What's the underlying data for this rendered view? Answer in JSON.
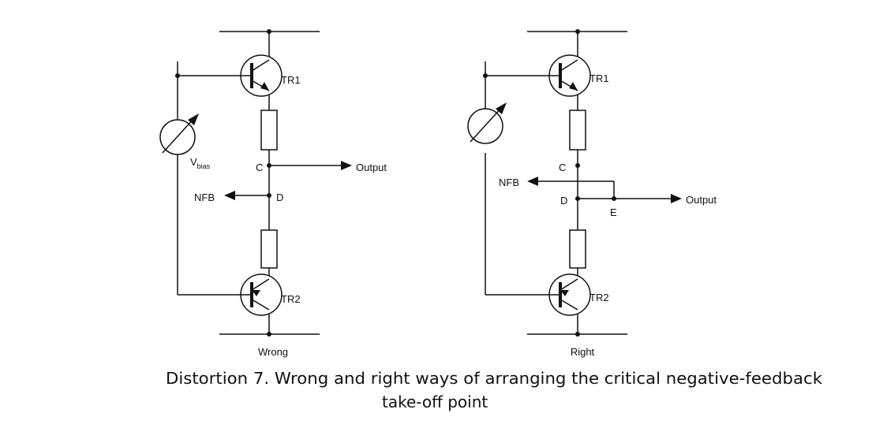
{
  "left_circuit": {
    "label": "Wrong",
    "tr1": "TR1",
    "tr2": "TR2",
    "bias_main": "V",
    "bias_sub": "bias",
    "node_c": "C",
    "node_d": "D",
    "output": "Output",
    "nfb": "NFB"
  },
  "right_circuit": {
    "label": "Right",
    "tr1": "TR1",
    "tr2": "TR2",
    "node_c": "C",
    "node_d": "D",
    "node_e": "E",
    "output": "Output",
    "nfb": "NFB"
  },
  "caption": {
    "line1": "Distortion 7. Wrong and right ways of arranging the critical negative-feedback",
    "line2": "take-off point"
  }
}
